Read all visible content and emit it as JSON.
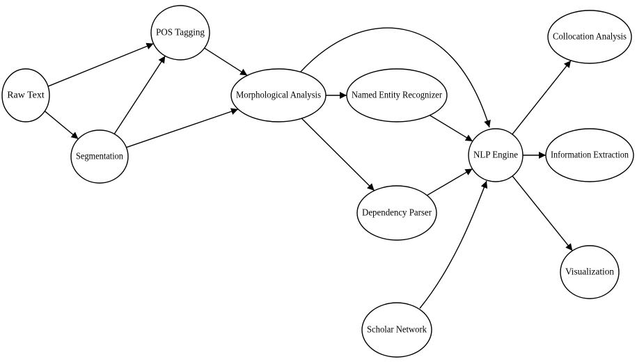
{
  "nodes": [
    {
      "id": "raw",
      "label": "Raw Text"
    },
    {
      "id": "seg",
      "label": "Segmentation"
    },
    {
      "id": "pos",
      "label": "POS Tagging"
    },
    {
      "id": "morph",
      "label": "Morphological Analysis"
    },
    {
      "id": "ner",
      "label": "Named Entity Recognizer"
    },
    {
      "id": "dep",
      "label": "Dependency Parser"
    },
    {
      "id": "nlp",
      "label": "NLP Engine"
    },
    {
      "id": "col",
      "label": "Collocation Analysis"
    },
    {
      "id": "info",
      "label": "Information Extraction"
    },
    {
      "id": "vis",
      "label": "Visualization"
    },
    {
      "id": "sch",
      "label": "Scholar Network"
    }
  ],
  "edges": [
    {
      "from": "raw",
      "to": "pos"
    },
    {
      "from": "raw",
      "to": "seg"
    },
    {
      "from": "seg",
      "to": "pos"
    },
    {
      "from": "seg",
      "to": "morph"
    },
    {
      "from": "pos",
      "to": "morph"
    },
    {
      "from": "morph",
      "to": "ner"
    },
    {
      "from": "morph",
      "to": "dep"
    },
    {
      "from": "morph",
      "to": "nlp"
    },
    {
      "from": "ner",
      "to": "nlp"
    },
    {
      "from": "dep",
      "to": "nlp"
    },
    {
      "from": "sch",
      "to": "nlp"
    },
    {
      "from": "nlp",
      "to": "col"
    },
    {
      "from": "nlp",
      "to": "info"
    },
    {
      "from": "nlp",
      "to": "vis"
    }
  ]
}
